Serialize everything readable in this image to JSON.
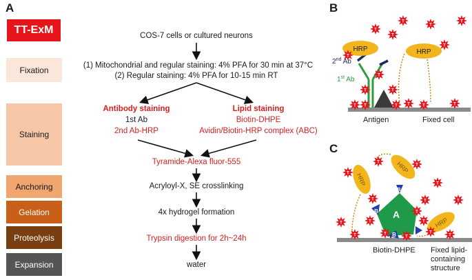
{
  "panel_a": {
    "letter": "A",
    "method_title": "TT-ExM",
    "stages": [
      {
        "label": "Fixation",
        "color": "#fbe6da",
        "text_color": "#1a1a1a"
      },
      {
        "label": "Staining",
        "color": "#f7c8a8",
        "text_color": "#1a1a1a"
      },
      {
        "label": "Anchoring",
        "color": "#f1a56f",
        "text_color": "#1a1a1a"
      },
      {
        "label": "Gelation",
        "color": "#c95f18",
        "text_color": "#ffffff"
      },
      {
        "label": "Proteolysis",
        "color": "#7a3f10",
        "text_color": "#ffffff"
      },
      {
        "label": "Expansion",
        "color": "#555555",
        "text_color": "#ffffff"
      }
    ],
    "flow": {
      "start": "COS-7 cells or cultured neurons",
      "fixation_line1": "(1)  Mitochondrial and regular staining: 4% PFA for 30 min at 37°C",
      "fixation_line2": "(2) Regular staining: 4% PFA for 10-15 min RT",
      "antibody_title": "Antibody staining",
      "antibody_step1": "1st Ab",
      "antibody_step2": "2nd Ab-HRP",
      "lipid_title": "Lipid staining",
      "lipid_step1": "Biotin-DHPE",
      "lipid_step2": "Avidin/Biotin-HRP complex (ABC)",
      "tyramide": "Tyramide-Alexa fluor-555",
      "crosslink": "Acryloyl-X, SE crosslinking",
      "hydrogel": "4x hydrogel formation",
      "trypsin": "Trypsin digestion for 2h~24h",
      "water": "water"
    }
  },
  "panel_b": {
    "letter": "B",
    "hrp_label": "HRP",
    "ab2_prefix": "2",
    "ab2_sup": "nd",
    "ab2_suffix": " Ab",
    "ab1_prefix": "1",
    "ab1_sup": "st",
    "ab1_suffix": " Ab",
    "antigen_label": "Antigen",
    "fixed_cell_label": "Fixed cell",
    "tyramide_glyph": "T"
  },
  "panel_c": {
    "letter": "C",
    "hrp_label": "HRP",
    "avidin_label": "A",
    "biotin_label": "B",
    "biotin_dhpe_label": "Biotin-DHPE",
    "fixed_lipid_label_line1": "Fixed lipid-",
    "fixed_lipid_label_line2": "containing",
    "fixed_lipid_label_line3": "structure"
  },
  "colors": {
    "accent_red": "#d81e1e",
    "hrp_yellow": "#f2b51c",
    "antibody_green": "#2e9c3c",
    "antibody_navy": "#1c2a66",
    "avidin_green": "#1e9a48",
    "biotin_blue": "#1f3fb0",
    "membrane_gray": "#8a8a8a"
  }
}
